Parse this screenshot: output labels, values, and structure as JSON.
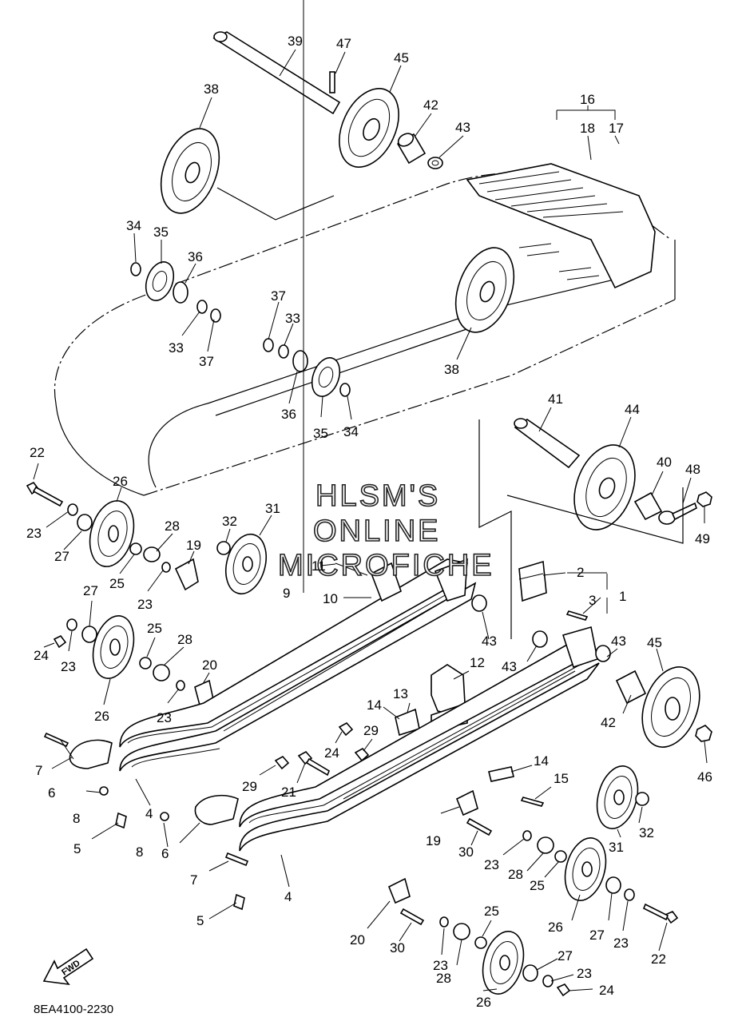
{
  "watermark": {
    "line1": "HLSM'S",
    "line2": "ONLINE",
    "line3": "MICROFICHE"
  },
  "diagram_code": "8EA4100-2230",
  "fwd_arrow_label": "FWD",
  "callouts": {
    "c1": "1",
    "c2": "2",
    "c3": "3",
    "c4a": "4",
    "c4b": "4",
    "c5a": "5",
    "c5b": "5",
    "c6a": "6",
    "c6b": "6",
    "c7a": "7",
    "c7b": "7",
    "c8a": "8",
    "c8b": "8",
    "c9": "9",
    "c10": "10",
    "c11": "11",
    "c12": "12",
    "c13": "13",
    "c14a": "14",
    "c14b": "14",
    "c15": "15",
    "c16": "16",
    "c17": "17",
    "c18": "18",
    "c19a": "19",
    "c19b": "19",
    "c20a": "20",
    "c20b": "20",
    "c21": "21",
    "c22a": "22",
    "c22b": "22",
    "c23a": "23",
    "c23b": "23",
    "c23c": "23",
    "c23d": "23",
    "c23e": "23",
    "c23f": "23",
    "c23g": "23",
    "c23h": "23",
    "c24a": "24",
    "c24b": "24",
    "c24c": "24",
    "c25a": "25",
    "c25b": "25",
    "c25c": "25",
    "c25d": "25",
    "c26a": "26",
    "c26b": "26",
    "c26c": "26",
    "c26d": "26",
    "c27a": "27",
    "c27b": "27",
    "c27c": "27",
    "c27d": "27",
    "c28a": "28",
    "c28b": "28",
    "c28c": "28",
    "c28d": "28",
    "c29a": "29",
    "c29b": "29",
    "c30a": "30",
    "c30b": "30",
    "c31a": "31",
    "c31b": "31",
    "c32a": "32",
    "c32b": "32",
    "c33a": "33",
    "c33b": "33",
    "c34a": "34",
    "c34b": "34",
    "c35a": "35",
    "c35b": "35",
    "c36a": "36",
    "c36b": "36",
    "c37a": "37",
    "c37b": "37",
    "c38a": "38",
    "c38b": "38",
    "c39": "39",
    "c40": "40",
    "c41": "41",
    "c42a": "42",
    "c42b": "42",
    "c43a": "43",
    "c43b": "43",
    "c43c": "43",
    "c43d": "43",
    "c44": "44",
    "c45a": "45",
    "c45b": "45",
    "c46": "46",
    "c47": "47",
    "c48": "48",
    "c49": "49"
  }
}
